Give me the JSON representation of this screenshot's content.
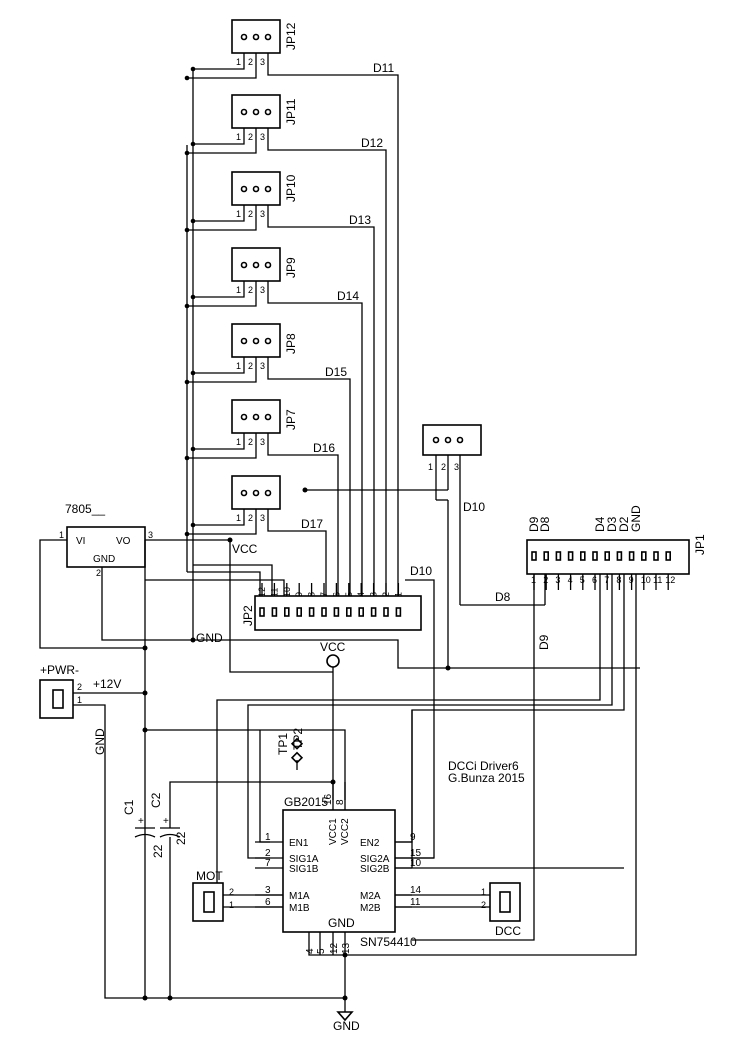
{
  "headers": [
    {
      "ref": "JP12",
      "net": "D11"
    },
    {
      "ref": "JP11",
      "net": "D12"
    },
    {
      "ref": "JP10",
      "net": "D13"
    },
    {
      "ref": "JP9",
      "net": "D14"
    },
    {
      "ref": "JP8",
      "net": "D15"
    },
    {
      "ref": "JP7",
      "net": "D16"
    },
    {
      "ref": "",
      "net": "D17"
    }
  ],
  "header_pins": [
    "1",
    "2",
    "3"
  ],
  "servo_top": {
    "pins": [
      "1",
      "2",
      "3"
    ],
    "net": "D10"
  },
  "regulator": {
    "ref": "7805__",
    "vi": "VI",
    "vo": "VO",
    "gnd": "GND",
    "pin1": "1",
    "pin2": "2",
    "pin3": "3"
  },
  "jp2": {
    "ref": "JP2",
    "pins": [
      "12",
      "11",
      "10",
      "9",
      "8",
      "7",
      "6",
      "5",
      "4",
      "3",
      "2",
      "1"
    ],
    "net": "D10"
  },
  "jp1": {
    "ref": "JP1",
    "pins": [
      "1",
      "2",
      "3",
      "4",
      "5",
      "6",
      "7",
      "8",
      "9",
      "10",
      "11",
      "12"
    ],
    "signals": [
      "D9",
      "D8",
      "D4",
      "D3",
      "D2",
      "GND"
    ],
    "net_d8": "D8",
    "net_d9": "D9"
  },
  "nets": {
    "vcc": "VCC",
    "gnd": "GND",
    "v12": "+12V"
  },
  "power": {
    "ref": "+PWR-",
    "pin2": "2",
    "pin1": "1"
  },
  "caps": [
    {
      "ref": "C1",
      "value": "22",
      "plus": "+"
    },
    {
      "ref": "C2",
      "value": "22",
      "plus": "+"
    }
  ],
  "testpoints": [
    "TP1",
    "TP2"
  ],
  "title": {
    "line1": "DCCi Driver6",
    "line2": "G.Bunza 2015"
  },
  "ic": {
    "ref": "GB2015",
    "part": "SN754410",
    "left": [
      {
        "num": "1",
        "name": "EN1"
      },
      {
        "num": "2",
        "name": "SIG1A"
      },
      {
        "num": "7",
        "name": "SIG1B"
      },
      {
        "num": "3",
        "name": "M1A"
      },
      {
        "num": "6",
        "name": "M1B"
      }
    ],
    "right": [
      {
        "num": "9",
        "name": "EN2"
      },
      {
        "num": "15",
        "name": "SIG2A"
      },
      {
        "num": "10",
        "name": "SIG2B"
      },
      {
        "num": "14",
        "name": "M2A"
      },
      {
        "num": "11",
        "name": "M2B"
      }
    ],
    "top": [
      {
        "num": "16",
        "name": "VCC1"
      },
      {
        "num": "8",
        "name": "VCC2"
      }
    ],
    "bottom": [
      "4",
      "5",
      "12",
      "13"
    ],
    "gnd": "GND"
  },
  "mot": {
    "ref": "MOT",
    "pins": [
      "2",
      "1"
    ]
  },
  "dcc": {
    "ref": "DCC",
    "pins": [
      "1",
      "2"
    ]
  }
}
